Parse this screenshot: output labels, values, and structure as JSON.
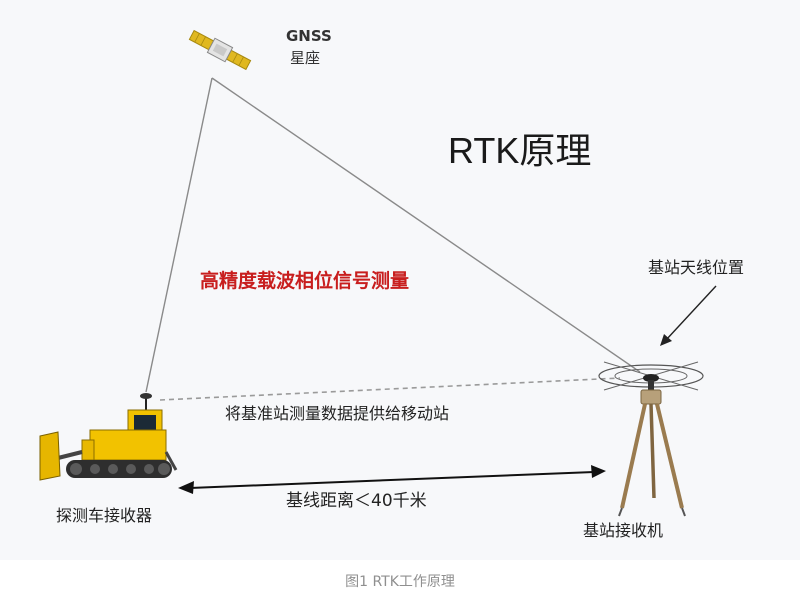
{
  "title": "RTK原理",
  "satellite": {
    "line1": "GNSS",
    "line2": "星座"
  },
  "measurement_label": "高精度载波相位信号测量",
  "antenna_label": "基站天线位置",
  "data_link_label": "将基准站测量数据提供给移动站",
  "baseline_label": "基线距离＜40千米",
  "rover_label": "探测车接收器",
  "base_label": "基站接收机",
  "caption": "图1 RTK工作原理",
  "colors": {
    "measurement_text": "#c81e1e",
    "bulldozer_body": "#f2c200",
    "satellite_panel": "#e0b820"
  }
}
